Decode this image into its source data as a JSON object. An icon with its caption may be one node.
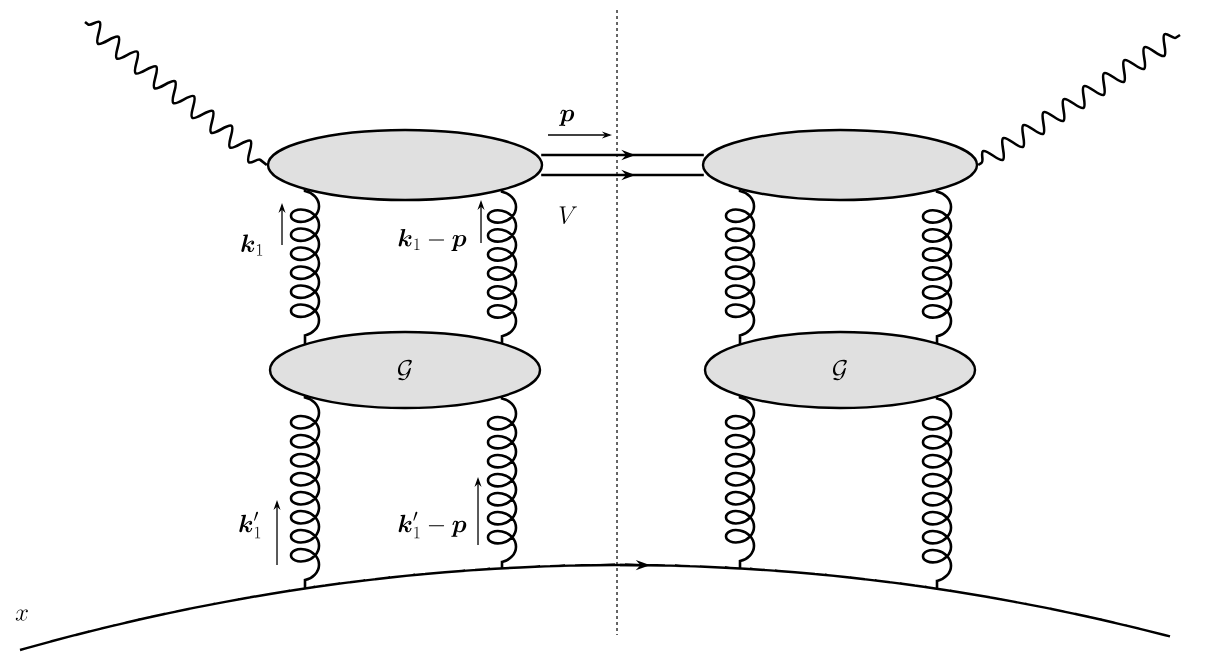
{
  "diagram": {
    "nodes": [
      {
        "text": [],
        "shape": "ellipse"
      },
      {
        "text": [],
        "shape": "ellipse"
      },
      {
        "text": [
          "\\mathcal{G}"
        ]
      },
      {
        "text": [
          "\\mathcal{G}"
        ]
      },
      {
        "text": [],
        "shape": "line"
      }
    ],
    "edges": [
      {
        "from": null,
        "to": 0,
        "arrow": "none"
      },
      {
        "from": 1,
        "to": null,
        "arrow": "none"
      },
      {
        "from": 0,
        "to": 1,
        "arrow": "to"
      },
      {
        "from": 0,
        "to": 1,
        "arrow": "to"
      },
      {
        "from": 0,
        "to": 2,
        "arrow": "none"
      },
      {
        "from": 0,
        "to": 2,
        "arrow": "none"
      },
      {
        "from": 1,
        "to": 3,
        "arrow": "none"
      },
      {
        "from": 1,
        "to": 3,
        "arrow": "none"
      },
      {
        "from": 2,
        "to": 4,
        "arrow": "none"
      },
      {
        "from": 2,
        "to": 4,
        "arrow": "none"
      },
      {
        "from": 3,
        "to": 4,
        "arrow": "none"
      },
      {
        "from": 3,
        "to": 4,
        "arrow": "none"
      }
    ],
    "labels": [
      "\\boldsymbol{p}",
      "V",
      "\\boldsymbol{k}_1",
      "\\boldsymbol{k}_1-\\boldsymbol{p}",
      "\\boldsymbol{k}_1'",
      "\\boldsymbol{k}_1'-\\boldsymbol{p}",
      "x"
    ]
  }
}
